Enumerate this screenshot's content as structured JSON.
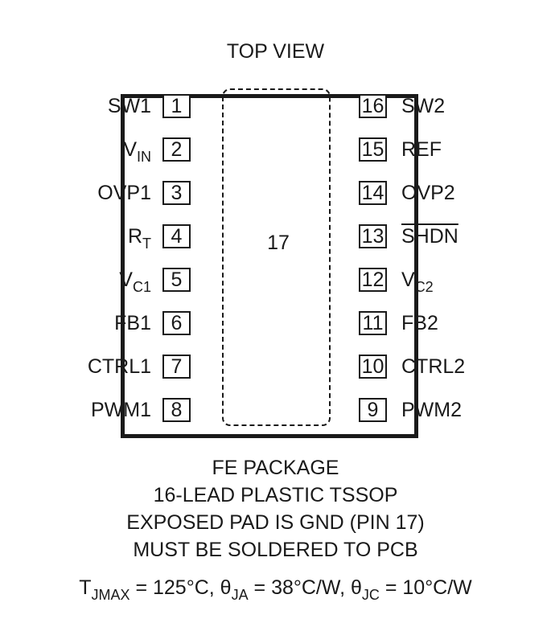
{
  "title": "TOP VIEW",
  "exposed_pad_label": "17",
  "left_pins": [
    {
      "num": "1",
      "name": "SW1",
      "sub": ""
    },
    {
      "num": "2",
      "name": "V",
      "sub": "IN"
    },
    {
      "num": "3",
      "name": "OVP1",
      "sub": ""
    },
    {
      "num": "4",
      "name": "R",
      "sub": "T"
    },
    {
      "num": "5",
      "name": "V",
      "sub": "C1"
    },
    {
      "num": "6",
      "name": "FB1",
      "sub": ""
    },
    {
      "num": "7",
      "name": "CTRL1",
      "sub": ""
    },
    {
      "num": "8",
      "name": "PWM1",
      "sub": ""
    }
  ],
  "right_pins": [
    {
      "num": "16",
      "name": "SW2",
      "sub": ""
    },
    {
      "num": "15",
      "name": "REF",
      "sub": ""
    },
    {
      "num": "14",
      "name": "OVP2",
      "sub": ""
    },
    {
      "num": "13",
      "name": "SHDN",
      "sub": "",
      "overline": true
    },
    {
      "num": "12",
      "name": "V",
      "sub": "C2"
    },
    {
      "num": "11",
      "name": "FB2",
      "sub": ""
    },
    {
      "num": "10",
      "name": "CTRL2",
      "sub": ""
    },
    {
      "num": "9",
      "name": "PWM2",
      "sub": ""
    }
  ],
  "caption": [
    "FE PACKAGE",
    "16-LEAD PLASTIC TSSOP",
    "EXPOSED PAD IS GND (PIN 17)",
    "MUST BE SOLDERED TO PCB"
  ],
  "thermal": {
    "t_symbol": "T",
    "t_sub": "JMAX",
    "t_value": " = 125°C, ",
    "theta_ja_symbol": "θ",
    "theta_ja_sub": "JA",
    "theta_ja_value": " = 38°C/W, ",
    "theta_jc_symbol": "θ",
    "theta_jc_sub": "JC",
    "theta_jc_value": " = 10°C/W"
  }
}
